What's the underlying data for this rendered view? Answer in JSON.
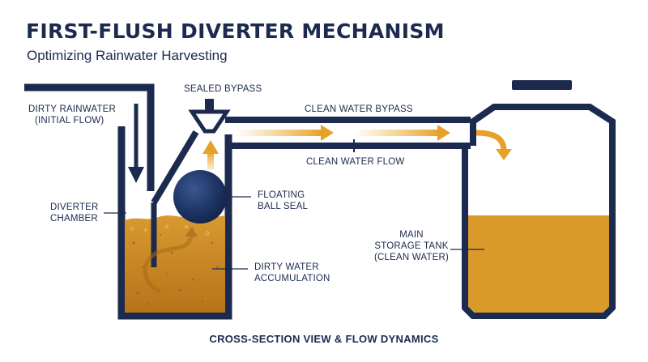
{
  "title": "FIRST-FLUSH DIVERTER MECHANISM",
  "subtitle": "Optimizing Rainwater Harvesting",
  "labels": {
    "dirty_rainwater": [
      "DIRTY RAINWATER",
      "(INITIAL FLOW)"
    ],
    "sealed_bypass": "SEALED BYPASS",
    "clean_water_bypass": "CLEAN WATER BYPASS",
    "clean_water_flow": "CLEAN WATER FLOW",
    "diverter_chamber": [
      "DIVERTER",
      "CHAMBER"
    ],
    "floating_ball_seal": [
      "FLOATING",
      "BALL SEAL"
    ],
    "dirty_water_accumulation": [
      "DIRTY WATER",
      "ACCUMULATION"
    ],
    "main_storage_tank": [
      "MAIN",
      "STORAGE TANK",
      "(CLEAN WATER)"
    ]
  },
  "footer": "CROSS-SECTION VIEW & FLOW DYNAMICS",
  "colors": {
    "navy": "#1b2a4e",
    "water": "#d89a2a",
    "water_light": "#f0b43a",
    "background": "#ffffff"
  }
}
